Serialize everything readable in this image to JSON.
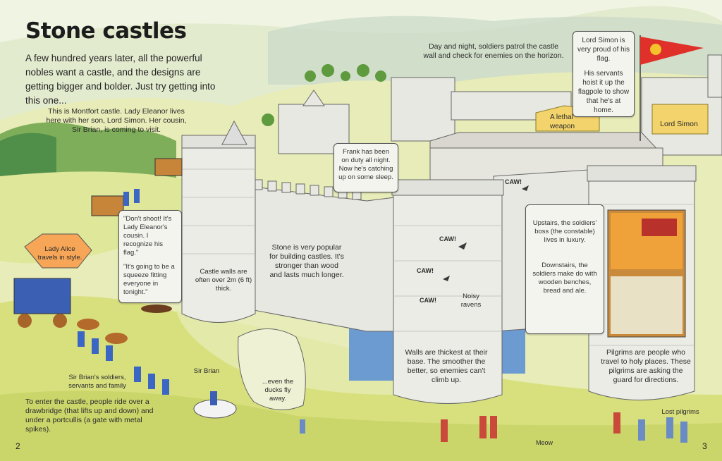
{
  "title": "Stone castles",
  "intro": "A few hundred years later, all the powerful nobles want a castle, and the designs are getting bigger and bolder. Just try getting into this one...",
  "captions": {
    "montfort": "This is Montfort castle. Lady Eleanor lives here with her son, Lord Simon. Her cousin, Sir Brian, is coming to visit.",
    "patrol": "Day and night, soldiers patrol the castle wall and check for enemies on the horizon.",
    "flag_1": "Lord Simon is very proud of his flag.",
    "flag_2": "His servants hoist it up the flagpole to show that he's at home.",
    "weapon": "A lethal weapon",
    "lord_simon": "Lord Simon",
    "frank": "Frank has been on duty all night. Now he's catching up on some sleep.",
    "lady_alice": "Lady Alice travels in style.",
    "dont_shoot_1": "\"Don't shoot! It's Lady Eleanor's cousin. I recognize his flag.\"",
    "dont_shoot_2": "\"It's going to be a squeeze fitting everyone in tonight.\"",
    "walls_thick": "Castle walls are often over 2m (6 ft) thick.",
    "stone": "Stone is very popular for building castles. It's stronger than wood and lasts much longer.",
    "caw1": "CAW!",
    "caw2": "CAW!",
    "caw3": "CAW!",
    "caw4": "CAW!",
    "ravens": "Noisy ravens",
    "upstairs": "Upstairs, the soldiers' boss (the constable) lives in luxury.",
    "downstairs": "Downstairs, the soldiers make do with wooden benches, bread and ale.",
    "walls_base": "Walls are thickest at their base. The smoother the better, so enemies can't climb up.",
    "pilgrims": "Pilgrims are people who travel to holy places. These pilgrims are asking the guard for directions.",
    "lost_pilgrims": "Lost pilgrims",
    "brians_soldiers": "Sir Brian's soldiers, servants and family",
    "sir_brian": "Sir Brian",
    "ducks": "...even the ducks fly away.",
    "drawbridge": "To enter the castle, people ride over a drawbridge (that lifts up and down) and under a portcullis (a gate with metal spikes).",
    "meow": "Meow",
    "dr_fragment": "dr"
  },
  "page_numbers": {
    "left": "2",
    "right": "3"
  },
  "colors": {
    "sky": "#eef3dc",
    "stone": "#e8e8e2",
    "moat": "#6b9bd1",
    "grass": "#d9e28a",
    "flag": "#e0302a"
  }
}
